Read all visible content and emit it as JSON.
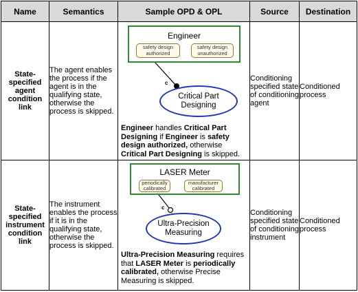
{
  "headers": [
    "Name",
    "Semantics",
    "Sample OPD & OPL",
    "Source",
    "Destination"
  ],
  "rows": [
    {
      "name": "State-specified agent condition link",
      "semantics": "The agent enables the process if the agent is in the qualifying state, otherwise the process is skipped.",
      "opd": {
        "object": "Engineer",
        "states": [
          "safety design authorized",
          "safety design unauthorized"
        ],
        "process": "Critical Part Designing",
        "link_label": "c",
        "link_end": "filled-circle"
      },
      "opl": [
        {
          "t": "Engineer",
          "b": true
        },
        {
          "t": " handles ",
          "b": false
        },
        {
          "t": "Critical Part Designing",
          "b": true
        },
        {
          "t": " if ",
          "b": false
        },
        {
          "t": "Engineer",
          "b": true
        },
        {
          "t": " is ",
          "b": false
        },
        {
          "t": "safety design authorized,",
          "b": true
        },
        {
          "t": " otherwise ",
          "b": false
        },
        {
          "t": "Critical Part Designing",
          "b": true
        },
        {
          "t": " is skipped.",
          "b": false
        }
      ],
      "source": "Conditioning specified state of conditioning agent",
      "destination": "Conditioned process"
    },
    {
      "name": "State-specified instrument condition link",
      "semantics": "The instrument enables the process if it is in the qualifying state, otherwise the process is skipped.",
      "opd": {
        "object": "LASER Meter",
        "states": [
          "periodically calibrated",
          "manufacturer calibrated"
        ],
        "process": "Ultra-Precision Measuring",
        "link_label": "c",
        "link_end": "hollow-circle"
      },
      "opl": [
        {
          "t": "Ultra-Precision Measuring",
          "b": true
        },
        {
          "t": " requires that ",
          "b": false
        },
        {
          "t": "LASER Meter",
          "b": true
        },
        {
          "t": " is ",
          "b": false
        },
        {
          "t": "periodically calibrated,",
          "b": true
        },
        {
          "t": " otherwise Precise Measuring is skipped.",
          "b": false
        }
      ],
      "source": "Conditioning specified state of conditioning instrument",
      "destination": "Conditioned process"
    }
  ],
  "colors": {
    "header_bg": "#d9d9d9",
    "object_border": "#2e8b2e",
    "state_border": "#8b7a3a",
    "process_border": "#1f36b5"
  }
}
